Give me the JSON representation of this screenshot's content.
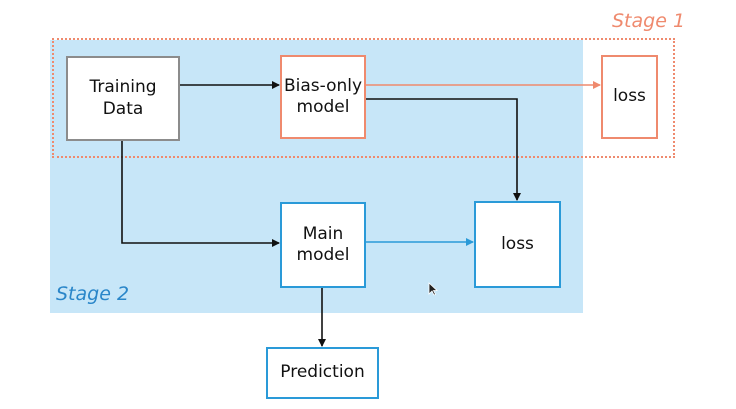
{
  "stages": {
    "stage1_label": "Stage 1",
    "stage2_label": "Stage 2"
  },
  "nodes": {
    "training_data": "Training\nData",
    "bias_only_model": "Bias-only\nmodel",
    "loss_stage1": "loss",
    "main_model": "Main\nmodel",
    "loss_stage2": "loss",
    "prediction": "Prediction"
  },
  "colors": {
    "stage1": "#ef8a6e",
    "stage2": "#2a9ad8",
    "stage2_background": "#c7e6f8",
    "neutral": "#8c8c8c",
    "edge_black": "#111111"
  }
}
